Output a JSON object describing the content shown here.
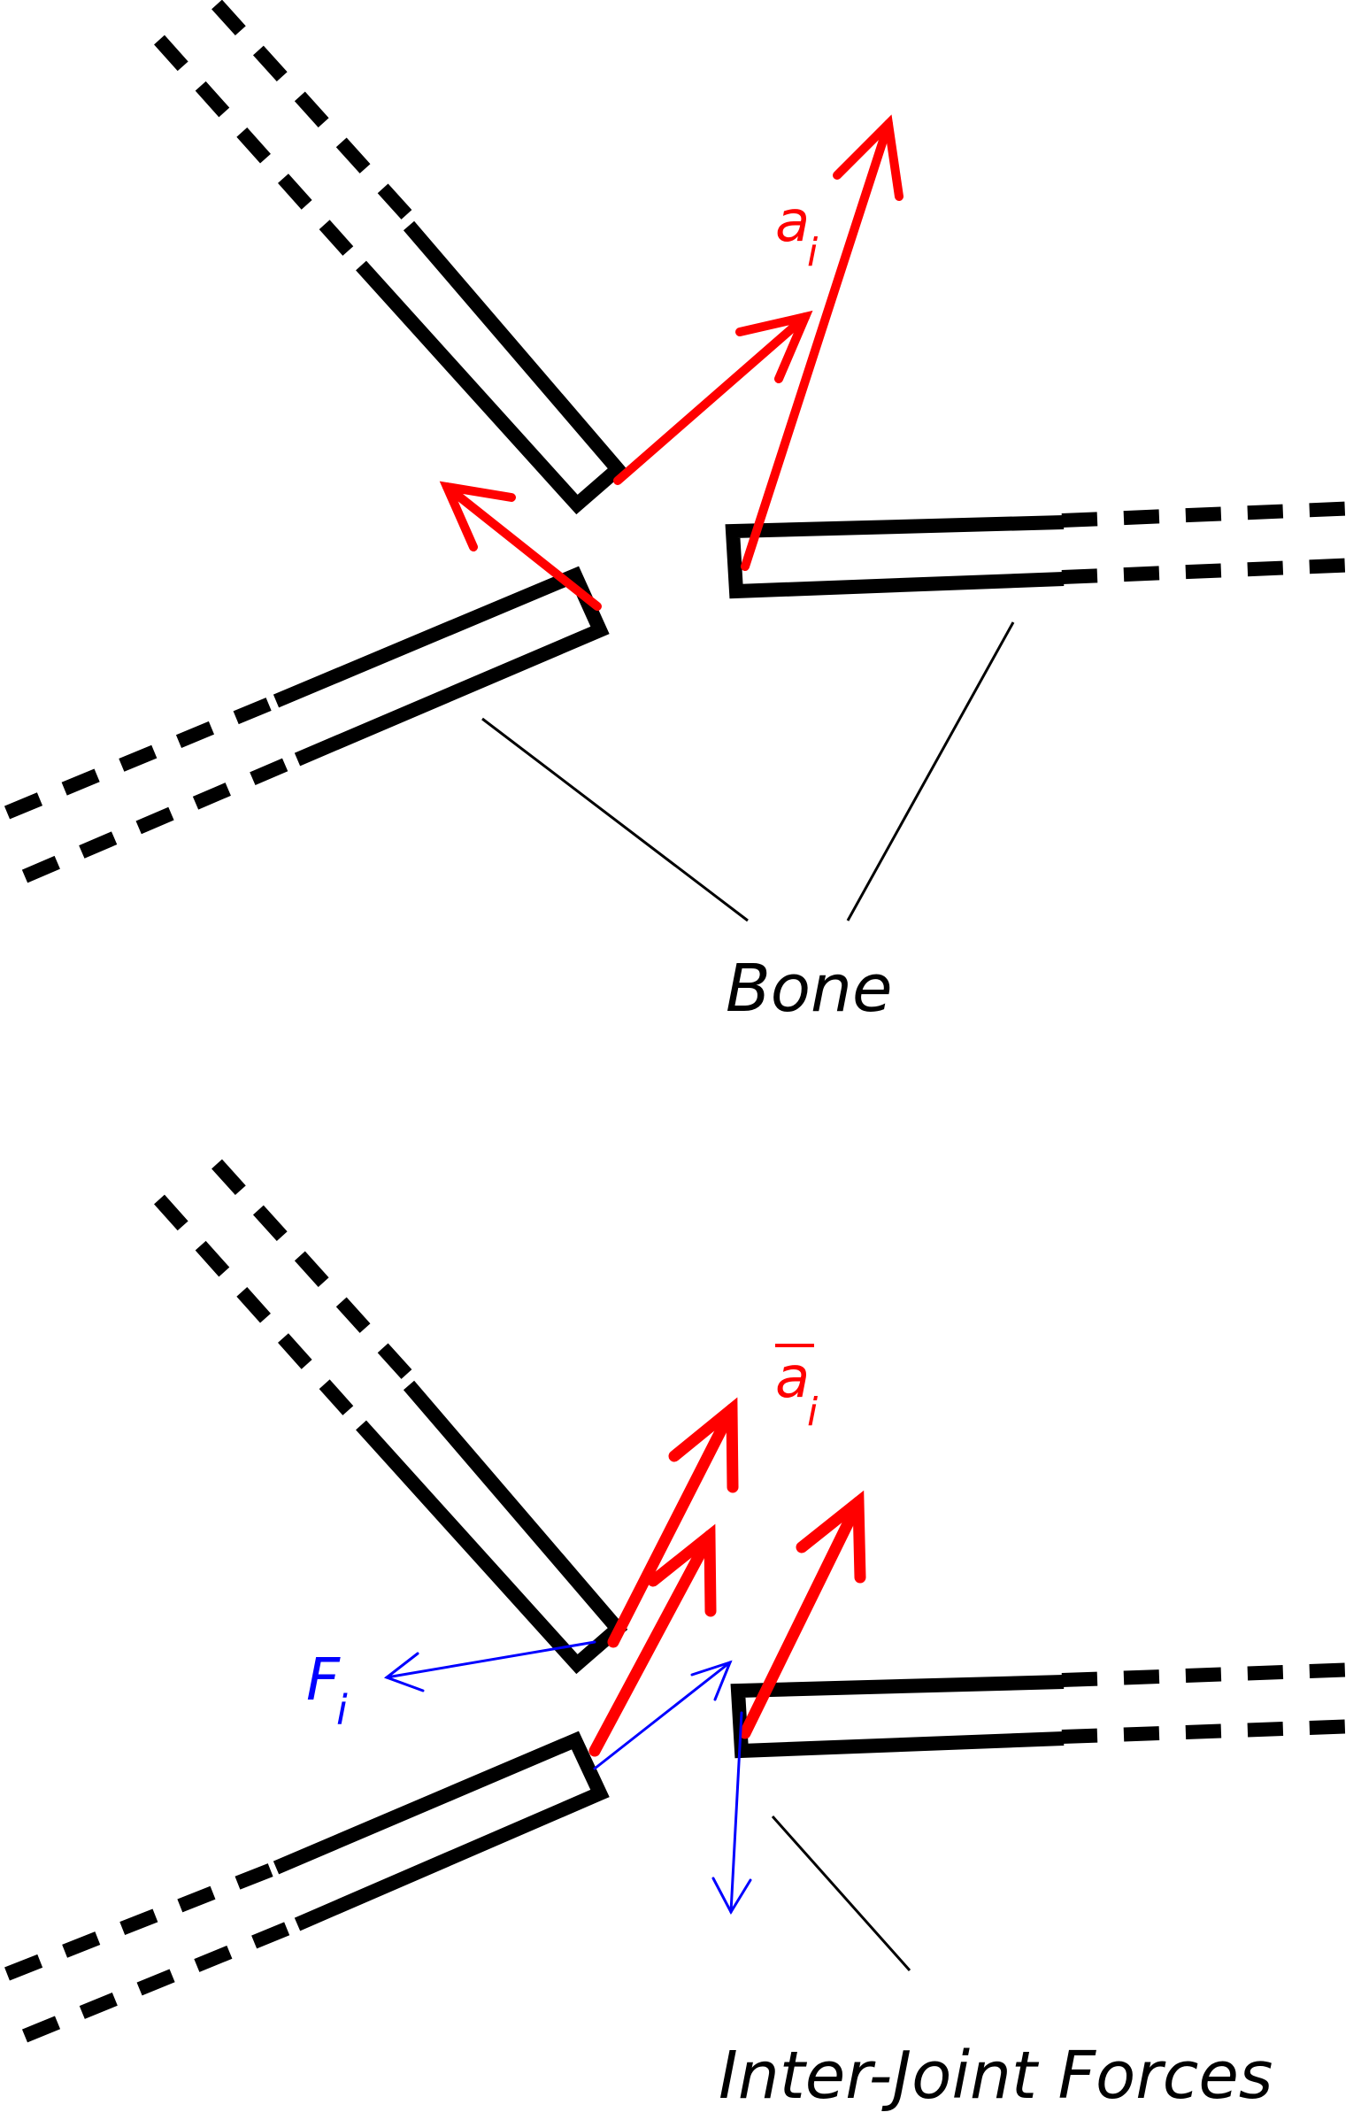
{
  "labels": {
    "bone": "Bone",
    "inter_joint_forces": "Inter-Joint Forces",
    "accel_symbol": "a",
    "accel_subscript": "i",
    "accel_bar_symbol": "a",
    "accel_bar_subscript": "i",
    "force_symbol": "F",
    "force_subscript": "i"
  },
  "colors": {
    "bone": "#000000",
    "acceleration": "#ff0000",
    "force": "#0000ff"
  }
}
